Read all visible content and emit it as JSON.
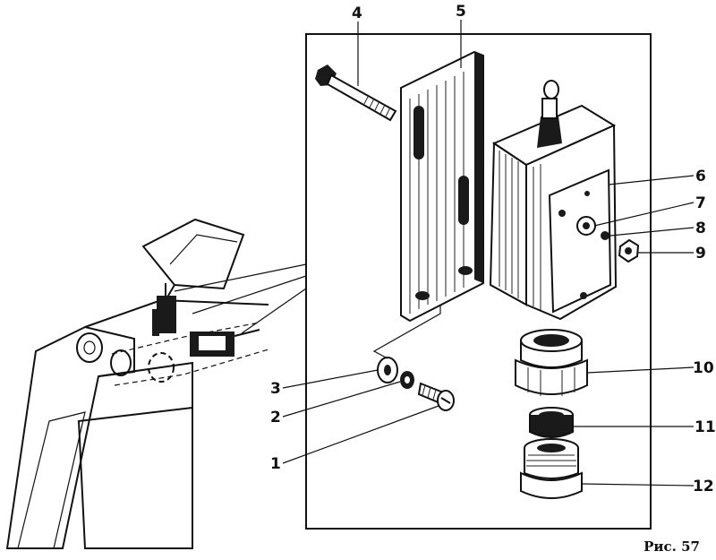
{
  "figure": {
    "caption": "Рис. 57",
    "callouts": [
      "1",
      "2",
      "3",
      "4",
      "5",
      "6",
      "7",
      "8",
      "9",
      "10",
      "11",
      "12"
    ]
  }
}
